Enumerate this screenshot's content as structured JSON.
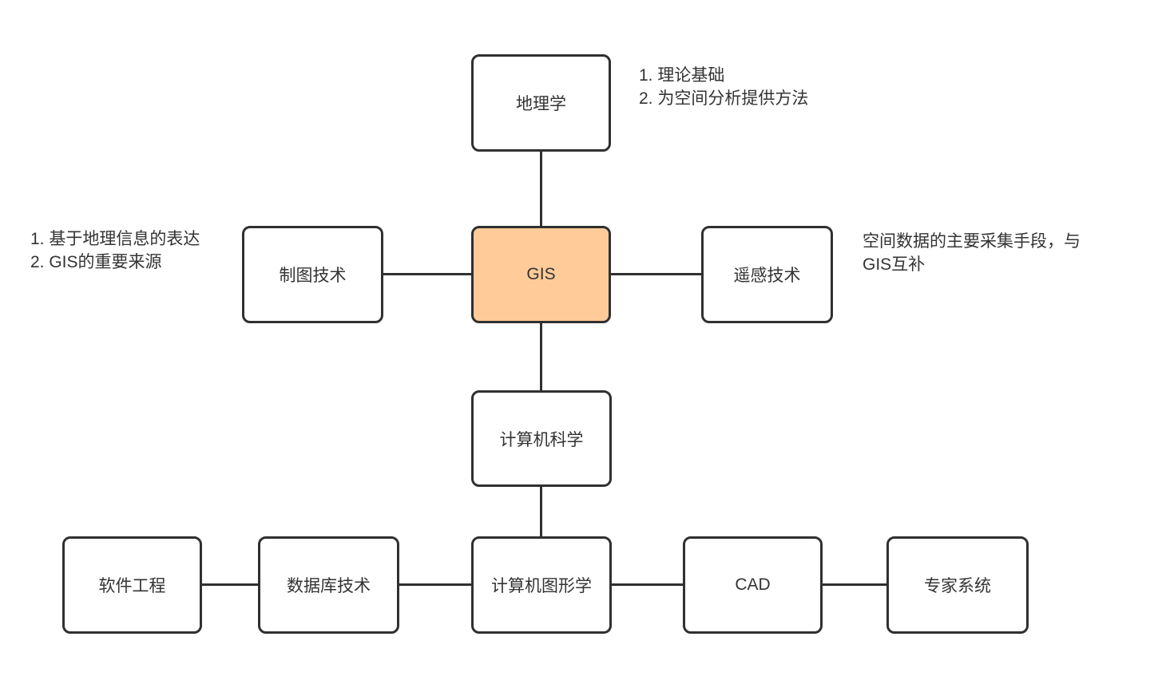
{
  "nodes": {
    "geography": {
      "label": "地理学"
    },
    "cartography": {
      "label": "制图技术"
    },
    "gis": {
      "label": "GIS"
    },
    "remote_sensing": {
      "label": "遥感技术"
    },
    "computer_science": {
      "label": "计算机科学"
    },
    "software_engineering": {
      "label": "软件工程"
    },
    "database_technology": {
      "label": "数据库技术"
    },
    "computer_graphics": {
      "label": "计算机图形学"
    },
    "cad": {
      "label": "CAD"
    },
    "expert_system": {
      "label": "专家系统"
    }
  },
  "annotations": {
    "geography_note": {
      "lines": [
        "1. 理论基础",
        "2. 为空间分析提供方法"
      ]
    },
    "cartography_note": {
      "lines": [
        "1. 基于地理信息的表达",
        "2. GIS的重要来源"
      ]
    },
    "remote_sensing_note": {
      "lines": [
        "空间数据的主要采集手段，与",
        "GIS互补"
      ]
    }
  },
  "colors": {
    "gis_fill": "#FFCC99",
    "node_fill": "#FFFFFF",
    "stroke": "#303030",
    "text": "#333333",
    "background": "#FFFFFF"
  }
}
